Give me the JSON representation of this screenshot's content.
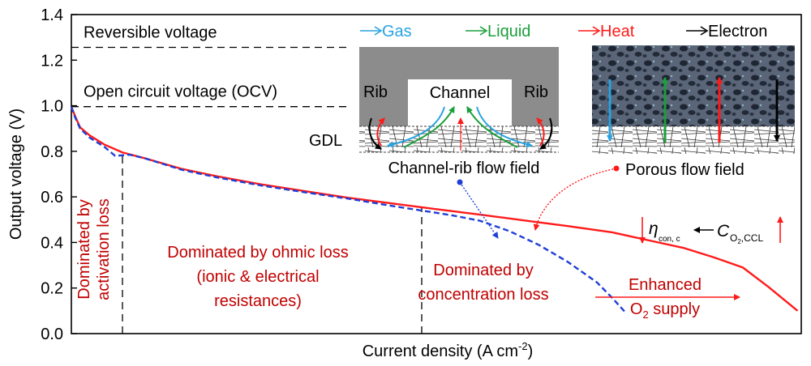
{
  "chart_data": {
    "type": "line",
    "xlabel": "Current density (A cm",
    "xlabel_sup": "-2",
    "xlabel_end": ")",
    "ylabel": "Output voltage (V)",
    "ylim": [
      0.0,
      1.4
    ],
    "yticks": [
      "0.0",
      "0.2",
      "0.4",
      "0.6",
      "0.8",
      "1.0",
      "1.2",
      "1.4"
    ],
    "x_tick_labels": false,
    "reference_lines": [
      {
        "y": 1.256,
        "label": "Reversible voltage"
      },
      {
        "y": 0.996,
        "label": "Open circuit voltage (OCV)"
      }
    ],
    "series": [
      {
        "name": "Porous flow field",
        "color": "#ff1a1a",
        "style": "solid",
        "x": [
          0.0,
          0.005,
          0.012,
          0.025,
          0.045,
          0.07,
          0.1,
          0.15,
          0.2,
          0.26,
          0.32,
          0.38,
          0.44,
          0.5,
          0.56,
          0.62,
          0.68,
          0.74,
          0.79,
          0.84,
          0.88,
          0.92,
          0.955,
          0.995
        ],
        "y": [
          0.995,
          0.955,
          0.905,
          0.87,
          0.83,
          0.795,
          0.77,
          0.724,
          0.69,
          0.655,
          0.625,
          0.596,
          0.571,
          0.546,
          0.522,
          0.497,
          0.472,
          0.445,
          0.41,
          0.375,
          0.335,
          0.29,
          0.205,
          0.1
        ]
      },
      {
        "name": "Channel-rib flow field",
        "color": "#1f3fd6",
        "style": "dashed",
        "x": [
          0.0,
          0.005,
          0.012,
          0.025,
          0.045,
          0.06,
          0.08,
          0.1,
          0.15,
          0.2,
          0.26,
          0.32,
          0.38,
          0.44,
          0.48,
          0.52,
          0.56,
          0.6,
          0.64,
          0.68,
          0.72,
          0.74,
          0.76
        ],
        "y": [
          0.995,
          0.95,
          0.9,
          0.86,
          0.82,
          0.78,
          0.785,
          0.77,
          0.72,
          0.685,
          0.65,
          0.62,
          0.592,
          0.56,
          0.54,
          0.52,
          0.495,
          0.45,
          0.39,
          0.315,
          0.225,
          0.16,
          0.09
        ]
      }
    ],
    "region_dividers_x": [
      0.07,
      0.48
    ],
    "annotations": {
      "activation_line1": "Dominated by",
      "activation_line2": "activation loss",
      "ohmic_line1": "Dominated by ohmic loss",
      "ohmic_line2": "(ionic & electrical",
      "ohmic_line3": "resistances)",
      "conc_line1": "Dominated by",
      "conc_line2": "concentration loss",
      "enhanced_line1": "Enhanced",
      "enhanced_o": "O",
      "enhanced_sub": "2",
      "enhanced_rest": " supply",
      "eta_symbol": "η",
      "eta_sub": "con, c",
      "c_symbol": "C",
      "c_sub_o": "O",
      "c_sub_2": "2",
      "c_sub_rest": ",CCL"
    },
    "legend": [
      {
        "label": "Gas",
        "color": "#29a3e0"
      },
      {
        "label": "Liquid",
        "color": "#1aa03a"
      },
      {
        "label": "Heat",
        "color": "#ff1a1a"
      },
      {
        "label": "Electron",
        "color": "#000000"
      }
    ],
    "schematic": {
      "rib_left": "Rib",
      "channel": "Channel",
      "rib_right": "Rib",
      "gdl": "GDL",
      "channel_rib_caption": "Channel-rib flow field",
      "porous_caption": "Porous flow field"
    }
  }
}
